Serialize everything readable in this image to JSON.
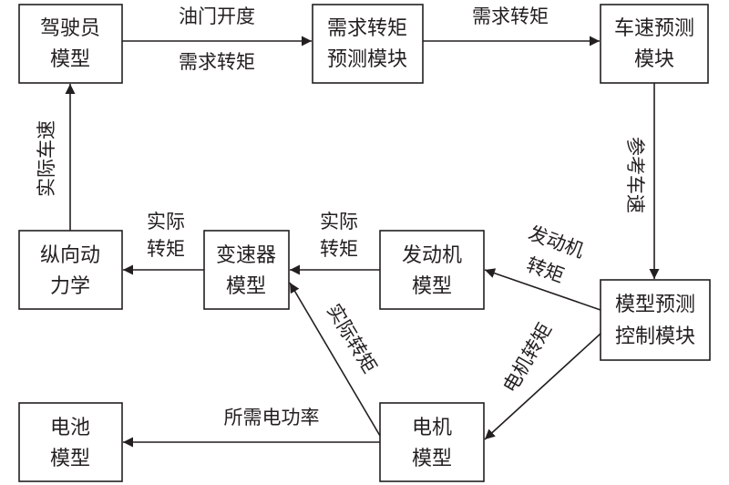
{
  "nodes": {
    "driver_model": [
      "驾驶员",
      "模型"
    ],
    "torque_prediction": [
      "需求转矩",
      "预测模块"
    ],
    "speed_prediction": [
      "车速预测",
      "模块"
    ],
    "longitudinal_dynamics": [
      "纵向动",
      "力学"
    ],
    "transmission_model": [
      "变速器",
      "模型"
    ],
    "engine_model": [
      "发动机",
      "模型"
    ],
    "mpc_module": [
      "模型预测",
      "控制模块"
    ],
    "battery_model": [
      "电池",
      "模型"
    ],
    "motor_model": [
      "电机",
      "模型"
    ]
  },
  "edges": {
    "throttle": "油门开度",
    "demand_torque_1": "需求转矩",
    "demand_torque_2": "需求转矩",
    "reference_speed": "参考车速",
    "actual_speed": "实际车速",
    "actual_torque_out": [
      "实际",
      "转矩"
    ],
    "actual_torque_engine": [
      "实际",
      "转矩"
    ],
    "engine_torque": [
      "发动机",
      "转矩"
    ],
    "motor_torque": "电机转矩",
    "actual_torque_motor": "实际转矩",
    "power_demand": "所需电功率"
  },
  "colors": {
    "line": "#231f20",
    "box_fill": "#ffffff"
  }
}
